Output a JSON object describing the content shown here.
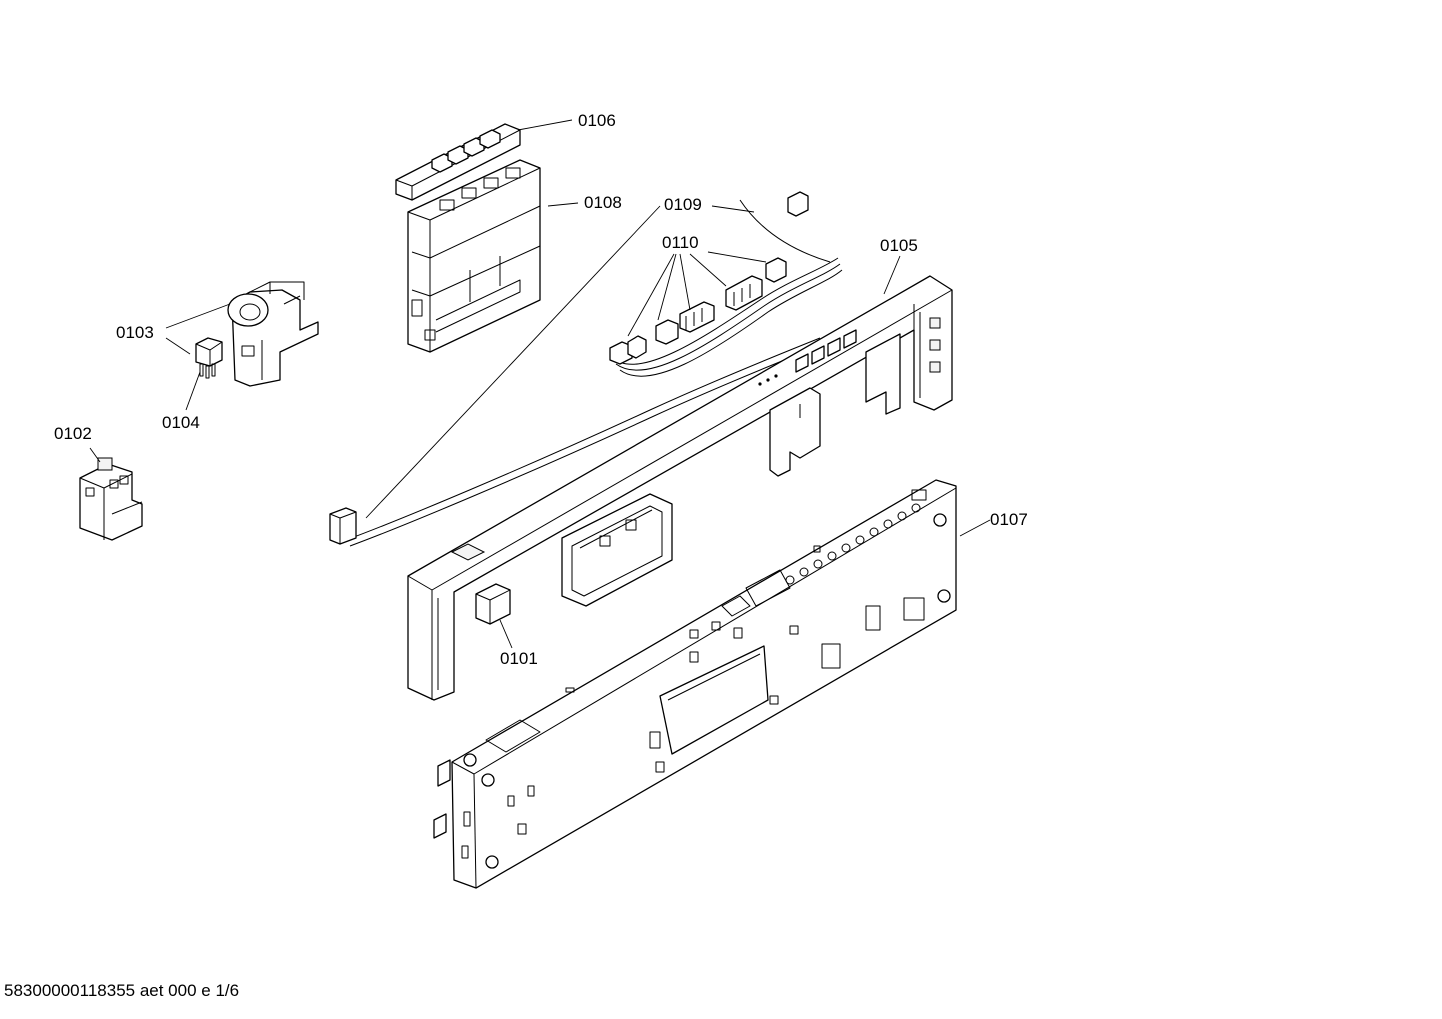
{
  "callouts": {
    "c0101": "0101",
    "c0102": "0102",
    "c0103": "0103",
    "c0104": "0104",
    "c0105": "0105",
    "c0106": "0106",
    "c0107": "0107",
    "c0108": "0108",
    "c0109": "0109",
    "c0110": "0110"
  },
  "footer": {
    "document_id": "58300000118355 aet 000 e 1/6"
  }
}
